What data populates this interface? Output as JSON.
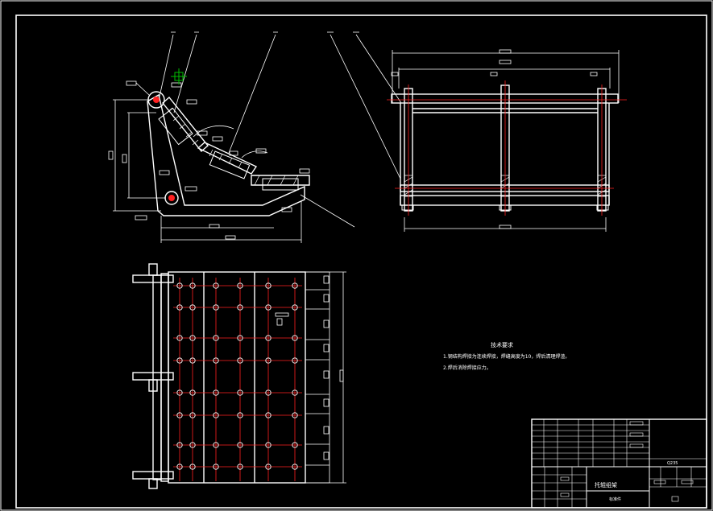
{
  "drawing": {
    "background_color": "#000000",
    "line_color": "#ffffff",
    "centerline_color": "#ff2020",
    "accent_color": "#00c000"
  },
  "technical_notes": {
    "title": "技术要求",
    "items": [
      "1.钢结构焊接为连续焊接，焊缝高度为10，焊后清理焊渣。",
      "2.焊后消除焊接应力。"
    ]
  },
  "title_block": {
    "part_name": "托辊组架",
    "material": "Q235",
    "sub_label": "标准件"
  }
}
